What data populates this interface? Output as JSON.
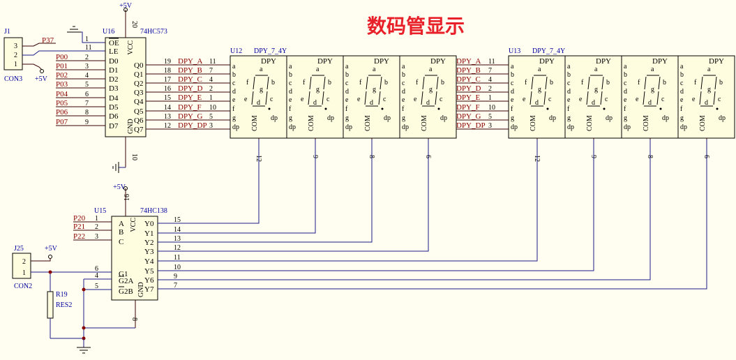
{
  "title": "数码管显示",
  "power": {
    "vcc": "+5V"
  },
  "j1": {
    "ref": "J1",
    "name": "CON3",
    "pins": [
      "3",
      "2",
      "1"
    ],
    "net": "P37",
    "vcc": "+5V"
  },
  "u16": {
    "ref": "U16",
    "part": "74HC573",
    "left_pins": [
      {
        "label": "OE",
        "num": "1",
        "net": ""
      },
      {
        "label": "LE",
        "num": "11",
        "net": ""
      },
      {
        "label": "D0",
        "num": "2",
        "net": "P00"
      },
      {
        "label": "D1",
        "num": "3",
        "net": "P01"
      },
      {
        "label": "D2",
        "num": "4",
        "net": "P02"
      },
      {
        "label": "D3",
        "num": "5",
        "net": "P03"
      },
      {
        "label": "D4",
        "num": "6",
        "net": "P04"
      },
      {
        "label": "D5",
        "num": "7",
        "net": "P05"
      },
      {
        "label": "D6",
        "num": "8",
        "net": "P06"
      },
      {
        "label": "D7",
        "num": "9",
        "net": "P07"
      }
    ],
    "right_pins": [
      {
        "label": "Q0",
        "num": "19",
        "net": "DPY_A"
      },
      {
        "label": "Q1",
        "num": "18",
        "net": "DPY_B"
      },
      {
        "label": "Q2",
        "num": "17",
        "net": "DPY_C"
      },
      {
        "label": "Q3",
        "num": "16",
        "net": "DPY_D"
      },
      {
        "label": "Q4",
        "num": "15",
        "net": "DPY_E"
      },
      {
        "label": "Q5",
        "num": "14",
        "net": "DPY_F"
      },
      {
        "label": "Q6",
        "num": "13",
        "net": "DPY_G"
      },
      {
        "label": "Q7",
        "num": "12",
        "net": "DPY_DP"
      }
    ],
    "vcc_label": "VCC",
    "vcc_pin": "20",
    "gnd_label": "GND",
    "gnd_pin": "10"
  },
  "display_in_pins": [
    "11",
    "7",
    "4",
    "2",
    "1",
    "10",
    "5",
    "3"
  ],
  "displays": [
    {
      "ref": "U12",
      "part": "DPY_7_4Y",
      "digits": [
        {
          "title": "DPY",
          "com_pin": "12"
        },
        {
          "title": "DPY",
          "com_pin": "9"
        },
        {
          "title": "DPY",
          "com_pin": "8"
        },
        {
          "title": "DPY",
          "com_pin": "6"
        }
      ]
    },
    {
      "ref": "U13",
      "part": "DPY_7_4Y",
      "digits": [
        {
          "title": "DPY",
          "com_pin": "12"
        },
        {
          "title": "DPY",
          "com_pin": "9"
        },
        {
          "title": "DPY",
          "com_pin": "8"
        },
        {
          "title": "DPY",
          "com_pin": "6"
        }
      ]
    }
  ],
  "seg_labels": [
    "a",
    "b",
    "c",
    "d",
    "e",
    "f",
    "g",
    "dp"
  ],
  "seg_text": {
    "a": "a",
    "b": "b",
    "c": "c",
    "d": "d",
    "e": "e",
    "f": "f",
    "g": "g",
    "dp": "dp",
    "com": "COM"
  },
  "u15": {
    "ref": "U15",
    "part": "74HC138",
    "left_pins": [
      {
        "label": "A",
        "num": "1",
        "net": "P20"
      },
      {
        "label": "B",
        "num": "2",
        "net": "P21"
      },
      {
        "label": "C",
        "num": "3",
        "net": "P22"
      },
      {
        "label": "G1",
        "num": "6",
        "net": ""
      },
      {
        "label": "G2A",
        "num": "4",
        "net": ""
      },
      {
        "label": "G2B",
        "num": "5",
        "net": ""
      }
    ],
    "right_pins": [
      {
        "label": "Y0",
        "num": "15"
      },
      {
        "label": "Y1",
        "num": "14"
      },
      {
        "label": "Y2",
        "num": "13"
      },
      {
        "label": "Y3",
        "num": "12"
      },
      {
        "label": "Y4",
        "num": "11"
      },
      {
        "label": "Y5",
        "num": "10"
      },
      {
        "label": "Y6",
        "num": "9"
      },
      {
        "label": "Y7",
        "num": "7"
      }
    ],
    "vcc_label": "VCC",
    "vcc_pin": "16",
    "gnd_label": "GND",
    "gnd_pin": "8"
  },
  "j25": {
    "ref": "J25",
    "name": "CON2",
    "pins": [
      "2",
      "1"
    ],
    "vcc": "+5V"
  },
  "r19": {
    "ref": "R19",
    "name": "RES2"
  }
}
